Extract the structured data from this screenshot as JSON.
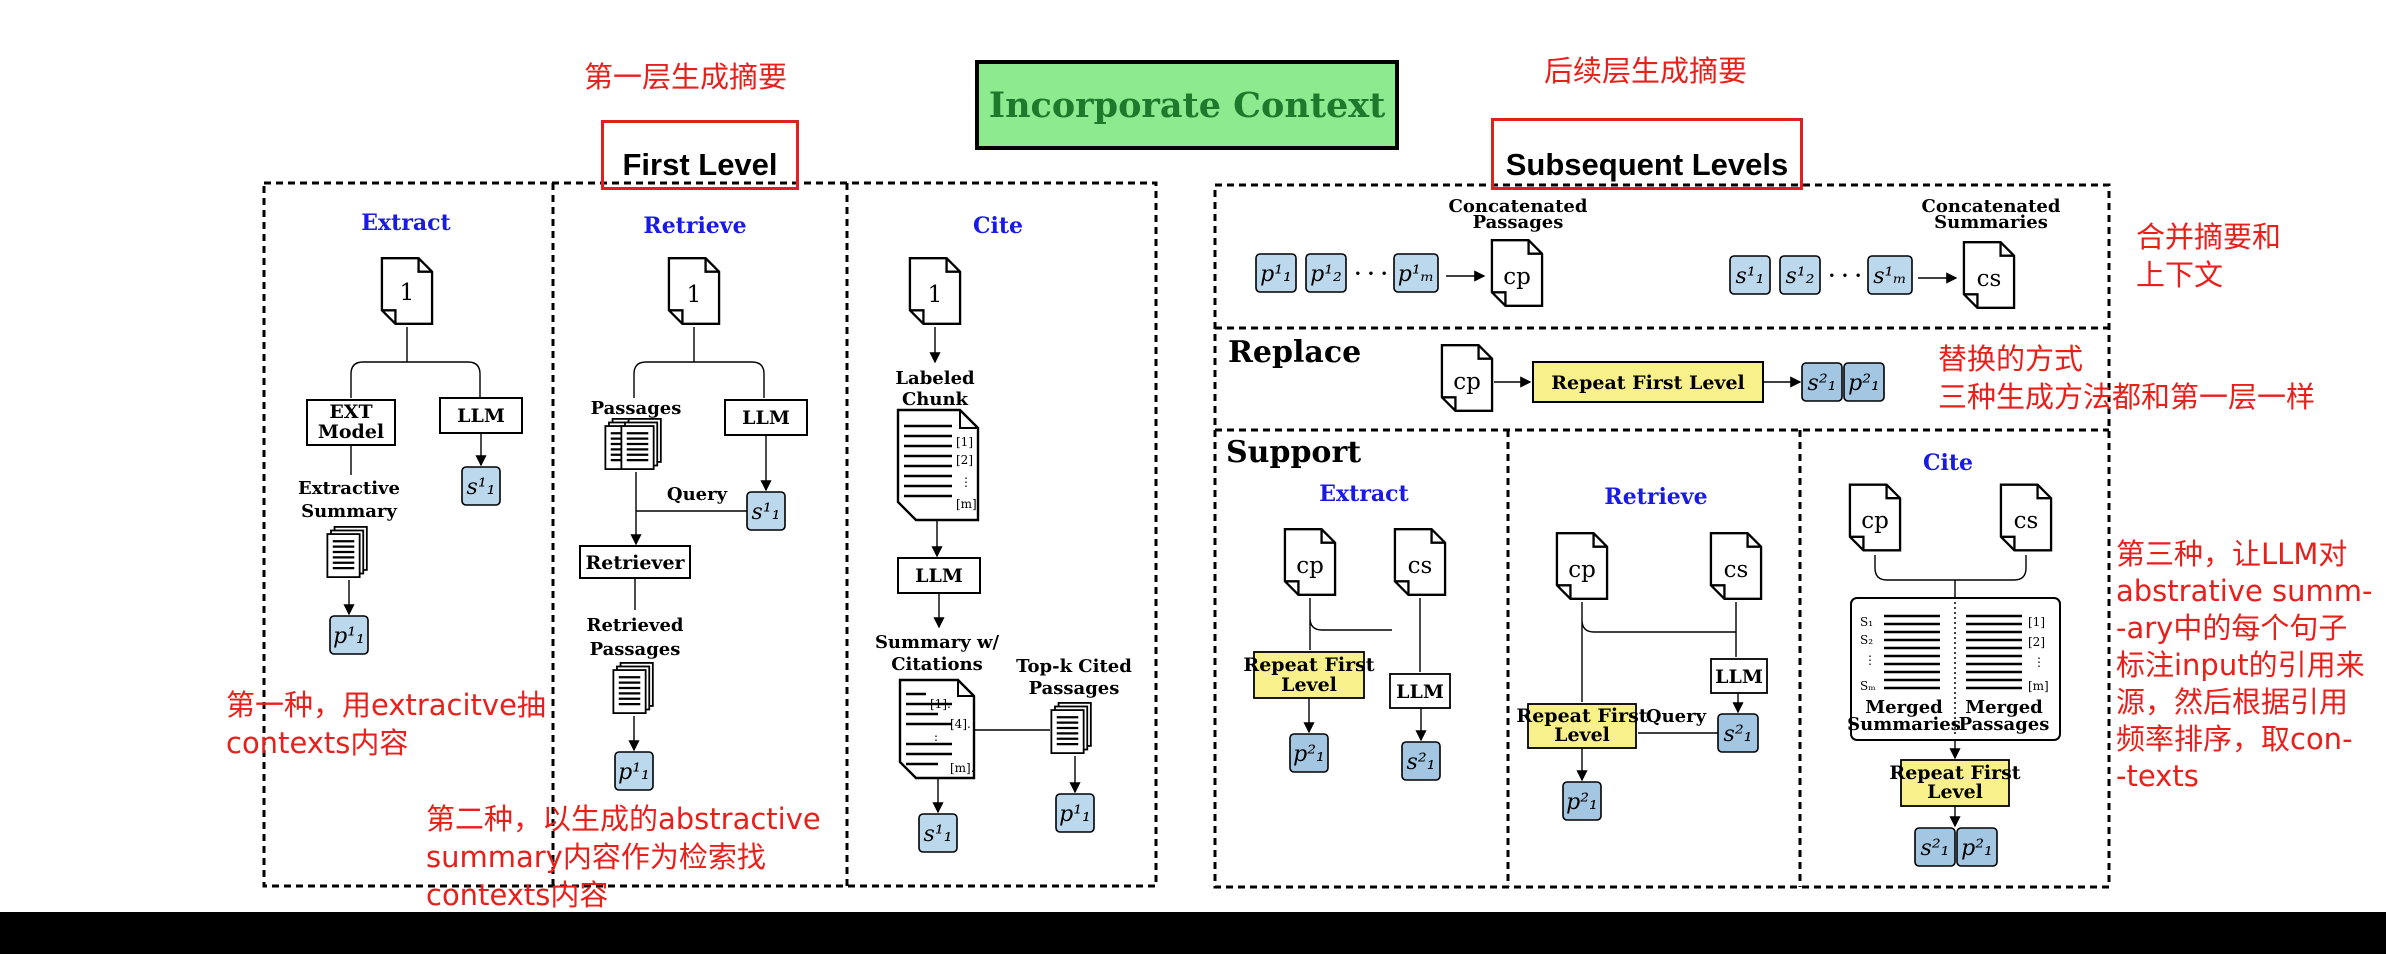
{
  "header": {
    "title": "Incorporate Context",
    "first_level": "First Level",
    "subsequent_levels": "Subsequent Levels",
    "note_first_level": "第一层生成摘要",
    "note_subsequent": "后续层生成摘要"
  },
  "first_level": {
    "extract": {
      "title": "Extract",
      "doc_label": "1",
      "ext_model_line1": "EXT",
      "ext_model_line2": "Model",
      "llm": "LLM",
      "summary_line1": "Extractive",
      "summary_line2": "Summary",
      "s_out": "s¹₁",
      "p_out": "p¹₁"
    },
    "retrieve": {
      "title": "Retrieve",
      "doc_label": "1",
      "passages": "Passages",
      "llm": "LLM",
      "query": "Query",
      "s_out": "s¹₁",
      "retriever": "Retriever",
      "retrieved_line1": "Retrieved",
      "retrieved_line2": "Passages",
      "p_out": "p¹₁"
    },
    "cite": {
      "title": "Cite",
      "doc_label": "1",
      "labeled_line1": "Labeled",
      "labeled_line2": "Chunk",
      "chunk_tags": [
        "[1]",
        "[2]",
        "⋮",
        "[m]"
      ],
      "llm": "LLM",
      "summary_line1": "Summary w/",
      "summary_line2": "Citations",
      "summary_tags": [
        "[1].",
        "[4].",
        "⋮",
        "[m]."
      ],
      "topk_line1": "Top-k Cited",
      "topk_line2": "Passages",
      "s_out": "s¹₁",
      "p_out": "p¹₁"
    }
  },
  "subsequent": {
    "concat": {
      "passages_line1": "Concatenated",
      "passages_line2": "Passages",
      "summaries_line1": "Concatenated",
      "summaries_line2": "Summaries",
      "p_items": [
        "p¹₁",
        "p¹₂",
        "p¹ₘ"
      ],
      "s_items": [
        "s¹₁",
        "s¹₂",
        "s¹ₘ"
      ],
      "dots": "· · ·",
      "cp": "cp",
      "cs": "cs"
    },
    "replace": {
      "title": "Replace",
      "cp": "cp",
      "repeat": "Repeat First Level",
      "s_out": "s²₁",
      "p_out": "p²₁"
    },
    "support": {
      "title": "Support",
      "extract": {
        "title": "Extract",
        "cp": "cp",
        "cs": "cs",
        "repeat_line1": "Repeat First",
        "repeat_line2": "Level",
        "llm": "LLM",
        "p_out": "p²₁",
        "s_out": "s²₁"
      },
      "retrieve": {
        "title": "Retrieve",
        "cp": "cp",
        "cs": "cs",
        "llm": "LLM",
        "repeat_line1": "Repeat First",
        "repeat_line2": "Level",
        "query": "Query",
        "s_out": "s²₁",
        "p_out": "p²₁"
      },
      "cite": {
        "title": "Cite",
        "cp": "cp",
        "cs": "cs",
        "s_tags": [
          "S₁",
          "S₂",
          "⋮",
          "Sₘ"
        ],
        "p_tags": [
          "[1]",
          "[2]",
          "⋮",
          "[m]"
        ],
        "merged_s_line1": "Merged",
        "merged_s_line2": "Summaries",
        "merged_p_line1": "Merged",
        "merged_p_line2": "Passages",
        "repeat_line1": "Repeat First",
        "repeat_line2": "Level",
        "s_out": "s²₁",
        "p_out": "p²₁"
      }
    }
  },
  "notes": {
    "merge": "合并摘要和\n上下文",
    "replace": "替换的方式\n三种生成方法都和第一层一样",
    "extract": "第一种，用extracitve抽\ncontexts内容",
    "retrieve": "第二种，以生成的abstractive\nsummary内容作为检索找\ncontexts内容",
    "cite": "第三种，让LLM对\nabstrative summ-\n-ary中的每个句子\n标注input的引用来\n源，然后根据引用\n频率排序，取con-\n-texts"
  },
  "colors": {
    "title_green": "#8eea8e",
    "title_text": "#1d7a2c",
    "note_red": "#e8201c",
    "section_blue": "#1a1ae6",
    "token_blue": "#bcd8ec",
    "token_blue_dark": "#a3c6e2",
    "repeat_yellow": "#f8f08a"
  }
}
